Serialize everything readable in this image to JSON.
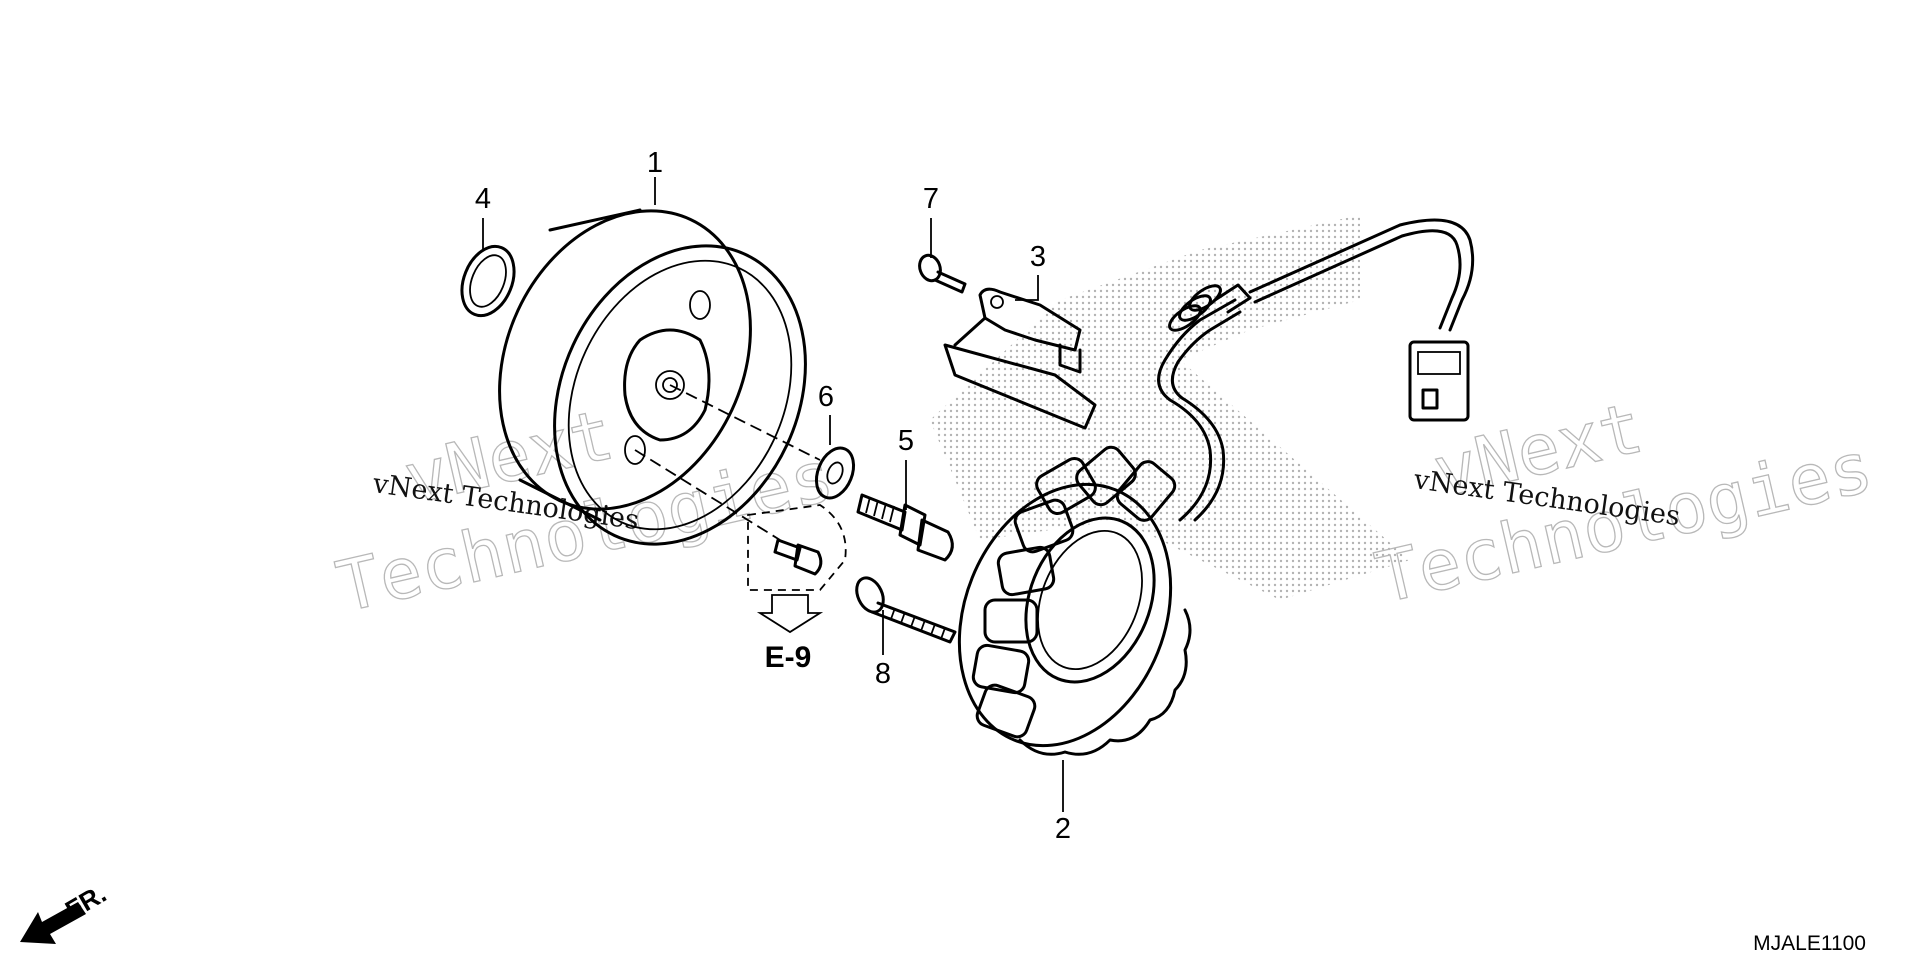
{
  "diagram": {
    "doc_code": "MJALE1100",
    "section_ref": "E-9",
    "direction_label": "FR.",
    "watermarks": {
      "small_left": "vNext Technologies",
      "small_right": "vNext Technologies",
      "outline_top": "vNext",
      "outline_bottom": "Technologies"
    },
    "callouts": [
      {
        "id": "1",
        "part": "flywheel"
      },
      {
        "id": "2",
        "part": "stator"
      },
      {
        "id": "3",
        "part": "bracket"
      },
      {
        "id": "4",
        "part": "ring-seal"
      },
      {
        "id": "5",
        "part": "flange-bolt"
      },
      {
        "id": "6",
        "part": "washer"
      },
      {
        "id": "7",
        "part": "small-screw"
      },
      {
        "id": "8",
        "part": "long-bolt"
      }
    ]
  }
}
